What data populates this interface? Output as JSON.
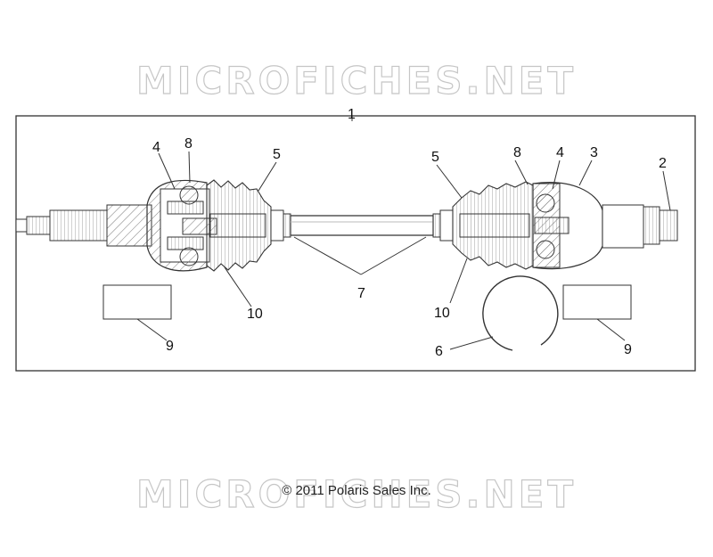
{
  "watermark": {
    "top_text": "MICROFICHES.NET",
    "bottom_text": "MICROFICHES.NET"
  },
  "callouts": {
    "assembly": "1",
    "outer_end_spline": "2",
    "outer_joint_housing": "3",
    "left_bearing_cage": "4",
    "right_bearing_cage": "4",
    "left_boot": "5",
    "right_boot": "5",
    "ring_clip": "6",
    "shaft_clamps": "7",
    "left_clamp_band": "8",
    "right_clamp_band": "8",
    "left_label_box": "9",
    "right_label_box": "9",
    "left_small_clamp": "10",
    "right_small_clamp": "10"
  },
  "copyright": "© 2011 Polaris Sales Inc.",
  "colors": {
    "line": "#333333",
    "hatch": "#777777",
    "watermark_stroke": "#c6c6c6"
  }
}
